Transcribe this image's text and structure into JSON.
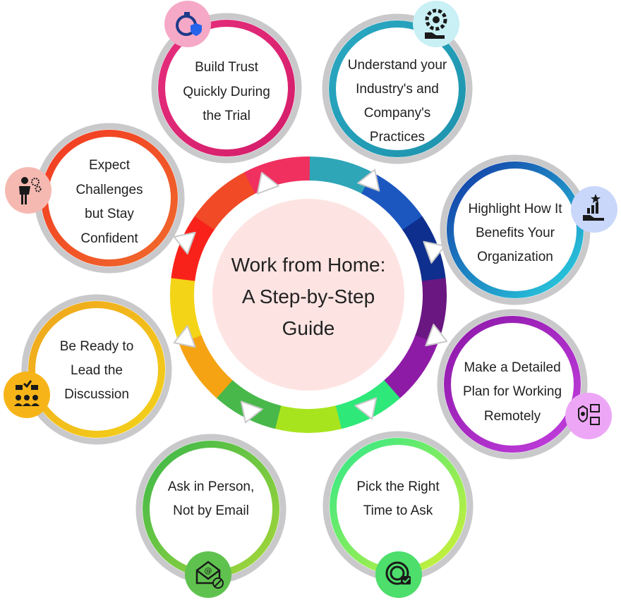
{
  "title": {
    "lines": [
      "Work from Home:",
      "A Step-by-Step",
      "Guide"
    ]
  },
  "steps": [
    {
      "id": "build-trust",
      "lines": [
        "Build Trust",
        "Quickly During",
        "the Trial"
      ],
      "icon": "stopwatch-shield-icon",
      "color": "#e52e7d",
      "color2": "#d41d6a",
      "icon_bg": "#f5a9c7"
    },
    {
      "id": "understand-industry",
      "lines": [
        "Understand your",
        "Industry's and",
        "Company's",
        "Practices"
      ],
      "icon": "gear-hand-icon",
      "color": "#2aa8c2",
      "color2": "#1e93ad",
      "icon_bg": "#c8f0f5"
    },
    {
      "id": "highlight-benefits",
      "lines": [
        "Highlight How It",
        "Benefits Your",
        "Organization"
      ],
      "icon": "hand-growth-chart-icon",
      "color": "#1238a6",
      "color2": "#2ad3e0",
      "icon_bg": "#c9d7fb"
    },
    {
      "id": "detailed-plan",
      "lines": [
        "Make a Detailed",
        "Plan for Working",
        "Remotely"
      ],
      "icon": "remote-work-profiles-icon",
      "color": "#8d17a8",
      "color2": "#c23fde",
      "icon_bg": "#eda6f6"
    },
    {
      "id": "right-time",
      "lines": [
        "Pick the Right",
        "Time to Ask"
      ],
      "icon": "clock-check-icon",
      "color": "#2fe88b",
      "color2": "#d2f033",
      "icon_bg": "#4dde6b"
    },
    {
      "id": "ask-in-person",
      "lines": [
        "Ask in Person,",
        "Not by Email"
      ],
      "icon": "envelope-blocked-icon",
      "color": "#3cb84a",
      "color2": "#a5d63a",
      "icon_bg": "#5fc24e"
    },
    {
      "id": "lead-discussion",
      "lines": [
        "Be Ready to",
        "Lead the",
        "Discussion"
      ],
      "icon": "team-discussion-icon",
      "color": "#f0a51c",
      "color2": "#f3d21a",
      "icon_bg": "#f6b418"
    },
    {
      "id": "expect-challenges",
      "lines": [
        "Expect",
        "Challenges",
        "but Stay",
        "Confident"
      ],
      "icon": "person-gears-icon",
      "color": "#f23a22",
      "color2": "#f06a2c",
      "icon_bg": "#f5b9b1"
    }
  ],
  "ring_colors": [
    "#2fa5b8",
    "#1c57c0",
    "#0f2f8e",
    "#6a1782",
    "#8e1ba6",
    "#2ee87a",
    "#a8e41e",
    "#48b84a",
    "#f6a313",
    "#f4d417",
    "#f9221b",
    "#f04a27",
    "#f0305f"
  ]
}
